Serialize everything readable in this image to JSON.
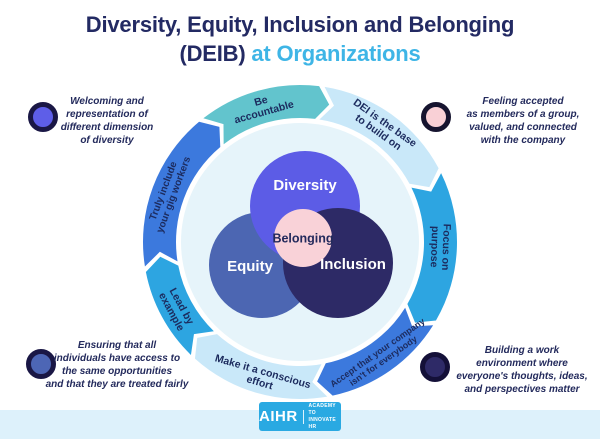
{
  "title": {
    "line1": "Diversity, Equity, Inclusion and Belonging",
    "line2_dark": "(DEIB)",
    "line2_accent": "at Organizations",
    "accent_color": "#3eb5e6",
    "dark_color": "#232a63"
  },
  "venn": {
    "diversity": {
      "label": "Diversity",
      "color": "#5c5ce6",
      "text_color": "#ffffff"
    },
    "equity": {
      "label": "Equity",
      "color": "#4c66b2",
      "text_color": "#ffffff"
    },
    "inclusion": {
      "label": "Inclusion",
      "color": "#2d2a66",
      "text_color": "#ffffff"
    },
    "belonging": {
      "label": "Belonging",
      "color": "#f9d2d8",
      "text_color": "#232a5c"
    },
    "inner_disc_color": "#e6f4fa"
  },
  "ring": {
    "segments": [
      {
        "name": "be-accountable",
        "lines": [
          "Be",
          "accountable"
        ],
        "color": "#62c4cd",
        "text_color": "#1c2b5e"
      },
      {
        "name": "dei-base",
        "lines": [
          "DEI is the base",
          "to build on"
        ],
        "color": "#c9e8f9",
        "text_color": "#1c2b5e"
      },
      {
        "name": "focus-purpose",
        "lines": [
          "Focus on",
          "purpose"
        ],
        "color": "#2da5e1",
        "text_color": "#1c2b5e"
      },
      {
        "name": "accept-company",
        "lines": [
          "Accept that your company",
          "isn't for everybody"
        ],
        "color": "#3c79dd",
        "text_color": "#1c2b5e"
      },
      {
        "name": "conscious-effort",
        "lines": [
          "Make it a conscious",
          "effort"
        ],
        "color": "#c9e8f9",
        "text_color": "#1c2b5e"
      },
      {
        "name": "lead-example",
        "lines": [
          "Lead by",
          "example"
        ],
        "color": "#2da5e1",
        "text_color": "#1c2b5e"
      },
      {
        "name": "gig-workers",
        "lines": [
          "Truly include",
          "your gig workers"
        ],
        "color": "#3c79dd",
        "text_color": "#1c2b5e"
      }
    ]
  },
  "annotations": [
    {
      "name": "diversity-note",
      "position": "top-left",
      "dot_color": "#5e5ee8",
      "dot_border": "#1a1745",
      "text": "Welcoming and\nrepresentation of\ndifferent dimension\nof diversity"
    },
    {
      "name": "belonging-note",
      "position": "top-right",
      "dot_color": "#f9d0d6",
      "dot_border": "#16142f",
      "text": "Feeling accepted\nas members of a group,\nvalued, and connected\nwith the company"
    },
    {
      "name": "equity-note",
      "position": "bottom-left",
      "dot_color": "#4d66b5",
      "dot_border": "#1a1745",
      "text": "Ensuring that all\nindividuals have access to\nthe same opportunities\nand that they are treated fairly"
    },
    {
      "name": "inclusion-note",
      "position": "bottom-right",
      "dot_color": "#2e2a67",
      "dot_border": "#141038",
      "text": "Building a work\nenvironment where\neveryone's thoughts, ideas,\nand perspectives matter"
    }
  ],
  "footer": {
    "brand": "AIHR",
    "tagline_line1": "ACADEMY TO",
    "tagline_line2": "INNOVATE HR",
    "logo_color": "#29a9e2",
    "band_color": "#ddf1fb"
  }
}
